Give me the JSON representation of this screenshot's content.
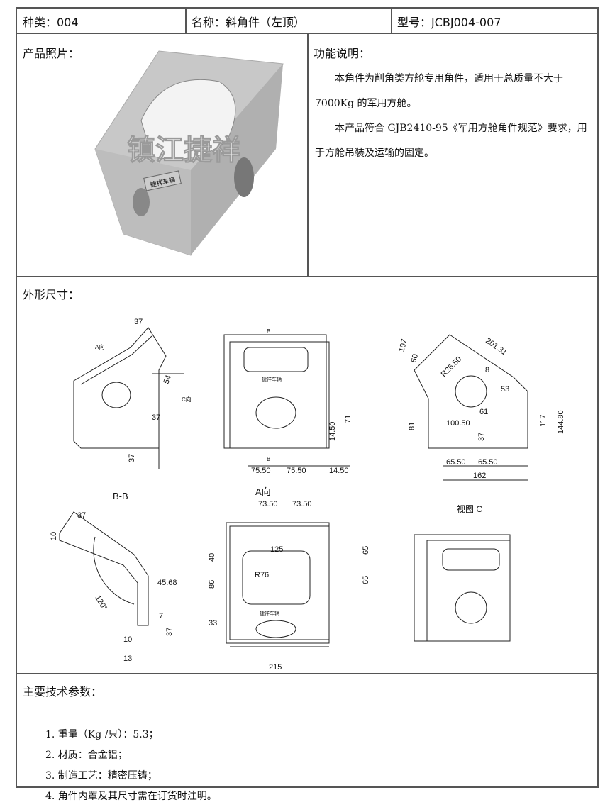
{
  "header": {
    "category": "种类：004",
    "name": "名称：斜角件（左顶）",
    "model": "型号：JCBJ004-007"
  },
  "photo": {
    "label": "产品照片：",
    "watermark": "镇江捷祥",
    "plate": "捷祥车辆"
  },
  "function": {
    "label": "功能说明：",
    "paragraphs": [
      "本角件为削角类方舱专用角件，适用于总质量不大于7000Kg 的军用方舱。",
      "本产品符合 GJB2410-95《军用方舱角件规范》要求，用于方舱吊装及运输的固定。"
    ]
  },
  "dimensions": {
    "label": "外形尺寸：",
    "view1": {
      "arrow_a": "A向",
      "arrow_c": "C向",
      "d1": "37",
      "d2": "54",
      "d3": "37",
      "d4": "37"
    },
    "view2": {
      "section": "B",
      "section2": "B",
      "d1": "14.50",
      "d2": "71",
      "d3": "75.50",
      "d4": "75.50",
      "d5": "14.50",
      "plate": "捷祥车辆"
    },
    "view3": {
      "d1": "201.31",
      "d2": "107",
      "d3": "60",
      "d4": "R26.50",
      "d5": "8",
      "d6": "53",
      "d7": "61",
      "d8": "100.50",
      "d9": "81",
      "d10": "37",
      "d11": "117",
      "d12": "144.80",
      "d13": "65.50",
      "d14": "65.50",
      "d15": "162"
    },
    "view4": {
      "title": "B-B",
      "d1": "37",
      "d2": "10",
      "d3": "45.68",
      "d4": "120°",
      "d5": "7",
      "d6": "37",
      "d7": "10",
      "d8": "13"
    },
    "view5": {
      "title": "A向",
      "d1": "73.50",
      "d2": "73.50",
      "d3": "125",
      "d4": "40",
      "d5": "86",
      "d6": "R76",
      "d7": "65",
      "d8": "65",
      "d9": "33",
      "d10": "215",
      "plate": "捷祥车辆"
    },
    "view6": {
      "title": "视图 C"
    }
  },
  "params": {
    "label": "主要技术参数：",
    "items": [
      "1.  重量（Kg /只）：5.3；",
      "2.  材质：合金铝；",
      "3.  制造工艺：精密压铸；",
      "4.  角件内罩及其尺寸需在订货时注明。"
    ]
  }
}
